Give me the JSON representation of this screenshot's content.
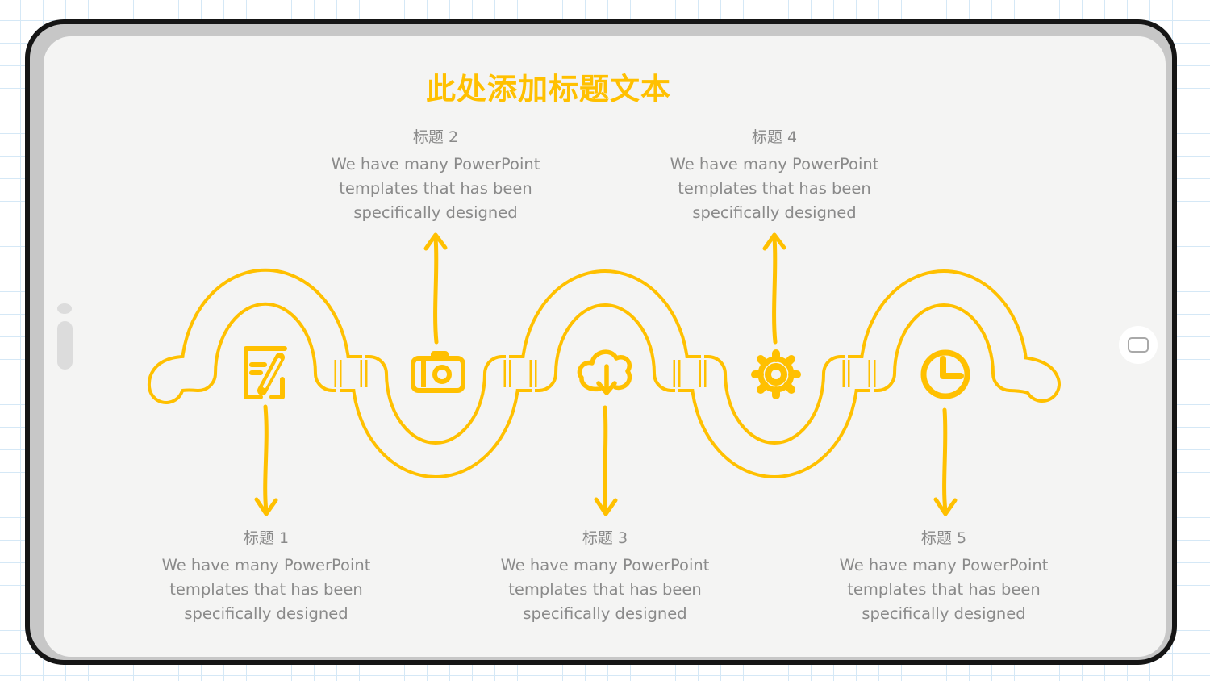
{
  "slide": {
    "title": "此处添加标题文本",
    "sections": [
      {
        "id": 1,
        "heading": "标题 1",
        "body": "We have many PowerPoint\ntemplates that has been\nspecifically designed",
        "icon": "edit-note-icon",
        "label_position": "bottom"
      },
      {
        "id": 2,
        "heading": "标题 2",
        "body": "We have many PowerPoint\ntemplates that has been\nspecifically designed",
        "icon": "camera-icon",
        "label_position": "top"
      },
      {
        "id": 3,
        "heading": "标题 3",
        "body": "We have many PowerPoint\ntemplates that has been\nspecifically designed",
        "icon": "cloud-download-icon",
        "label_position": "bottom"
      },
      {
        "id": 4,
        "heading": "标题 4",
        "body": "We have many PowerPoint\ntemplates that has been\nspecifically designed",
        "icon": "gear-icon",
        "label_position": "top"
      },
      {
        "id": 5,
        "heading": "标题 5",
        "body": "We have many PowerPoint\ntemplates that has been\nspecifically designed",
        "icon": "clock-icon",
        "label_position": "bottom"
      }
    ],
    "colors": {
      "accent": "#FFC000",
      "text_gray": "#8a8a8a",
      "slide_background": "#f4f4f3",
      "grid_line": "#d5e8f6",
      "frame_black": "#151515",
      "bezel_gray": "#c7c7c7"
    }
  }
}
